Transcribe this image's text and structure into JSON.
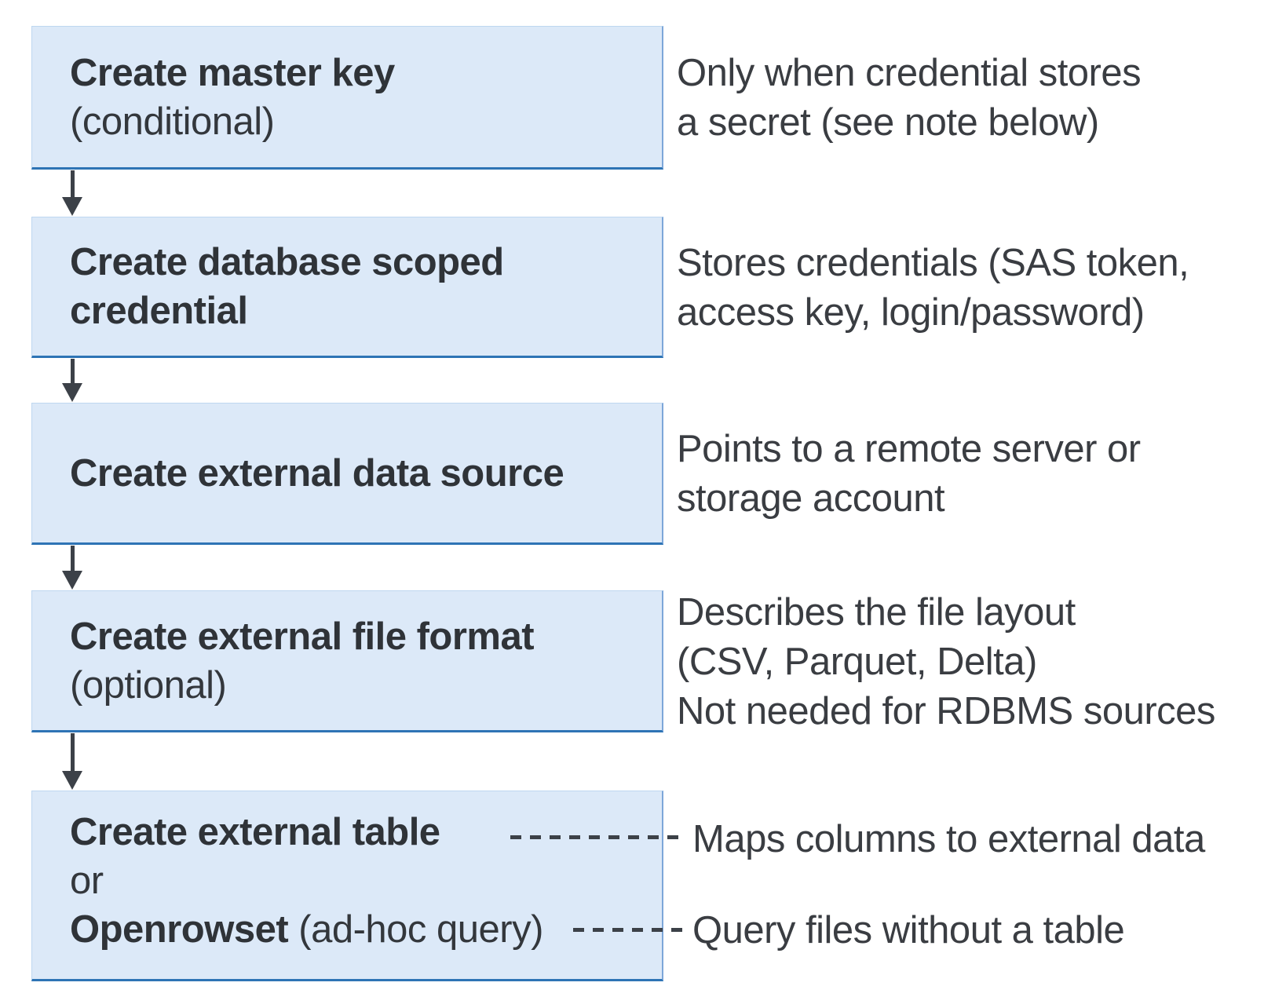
{
  "diagram": {
    "steps": [
      {
        "title": "Create master key",
        "note": "(conditional)",
        "description": "Only when credential stores\na secret (see note below)"
      },
      {
        "title": "Create database scoped\ncredential",
        "description": "Stores credentials (SAS token,\naccess key, login/password)"
      },
      {
        "title": "Create external data source",
        "description": "Points to a remote server or\nstorage account"
      },
      {
        "title": "Create external file format",
        "note": "(optional)",
        "description": "Describes the file layout\n(CSV, Parquet, Delta)\nNot needed for RDBMS sources"
      },
      {
        "title": "Create external table",
        "or_label": "or",
        "alt_title": "Openrowset",
        "alt_note": " (ad-hoc query)",
        "description_table": "Maps columns to external data",
        "description_openrowset": "Query files without a table"
      }
    ],
    "colors": {
      "box_fill": "#dce9f8",
      "box_border_bottom": "#2e74b5",
      "box_border_right": "#7da7d9",
      "arrow_and_dash": "#3c4148",
      "title_text": "#2f3338",
      "description_text": "#3a3d42"
    }
  }
}
